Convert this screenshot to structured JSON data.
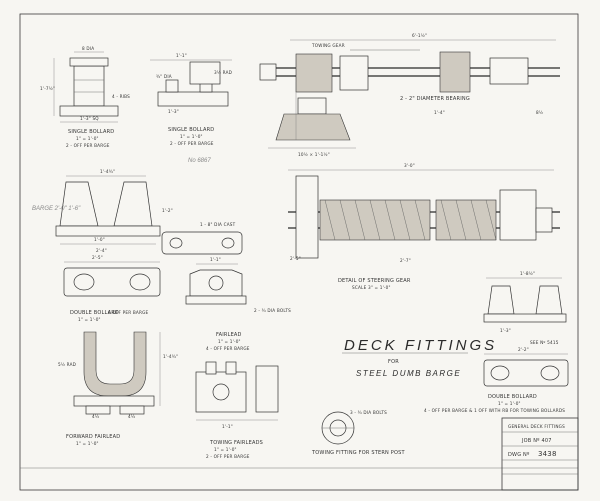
{
  "title": {
    "main": "DECK FITTINGS",
    "for": "FOR",
    "sub": "STEEL DUMB BARGE"
  },
  "views": {
    "single_bollard_1": {
      "label": "SINGLE BOLLARD",
      "scale": "1\" = 1'-0\"",
      "note": "2 - OFF PER BARGE"
    },
    "single_bollard_2": {
      "label": "SINGLE BOLLARD",
      "scale": "1\" = 1'-0\"",
      "note": "2 - OFF PER BARGE"
    },
    "steering_gear_bearing": {
      "label": "2 - 2\" DIAMETER BEARING"
    },
    "double_bollard_1": {
      "label": "DOUBLE BOLLARD",
      "scale": "1\" = 1'-0\"",
      "note": "6 OFF PER BARGE"
    },
    "steering_detail": {
      "label": "DETAIL OF STEERING GEAR",
      "scale": "SCALE 3\" = 1'-0\""
    },
    "fairlead": {
      "label": "FAIRLEAD",
      "scale": "1\" = 1'-0\"",
      "note": "4 - OFF PER BARGE"
    },
    "forward_fairlead": {
      "label": "FORWARD FAIRLEAD",
      "scale": "1\" = 1'-0\""
    },
    "towing_fairleads": {
      "label": "TOWING FAIRLEADS",
      "scale": "1\" = 1'-0\"",
      "note": "2 - OFF PER BARGE"
    },
    "double_bollard_2": {
      "label": "DOUBLE BOLLARD",
      "scale": "1\" = 1'-0\"",
      "note": "4 - OFF PER BARGE & 1 OFF WITH RB FOR TOWING BOLLARDS"
    },
    "towing_fitting": {
      "label": "TOWING FITTING FOR STERN POST"
    }
  },
  "pencil_notes": {
    "ref_number": "No 6867",
    "left_note": "BARGE 2'-0\" 1'-6\""
  },
  "title_block": {
    "job": "JOB Nº 407",
    "dwg_label": "DWG Nº",
    "dwg_number": "3438"
  }
}
